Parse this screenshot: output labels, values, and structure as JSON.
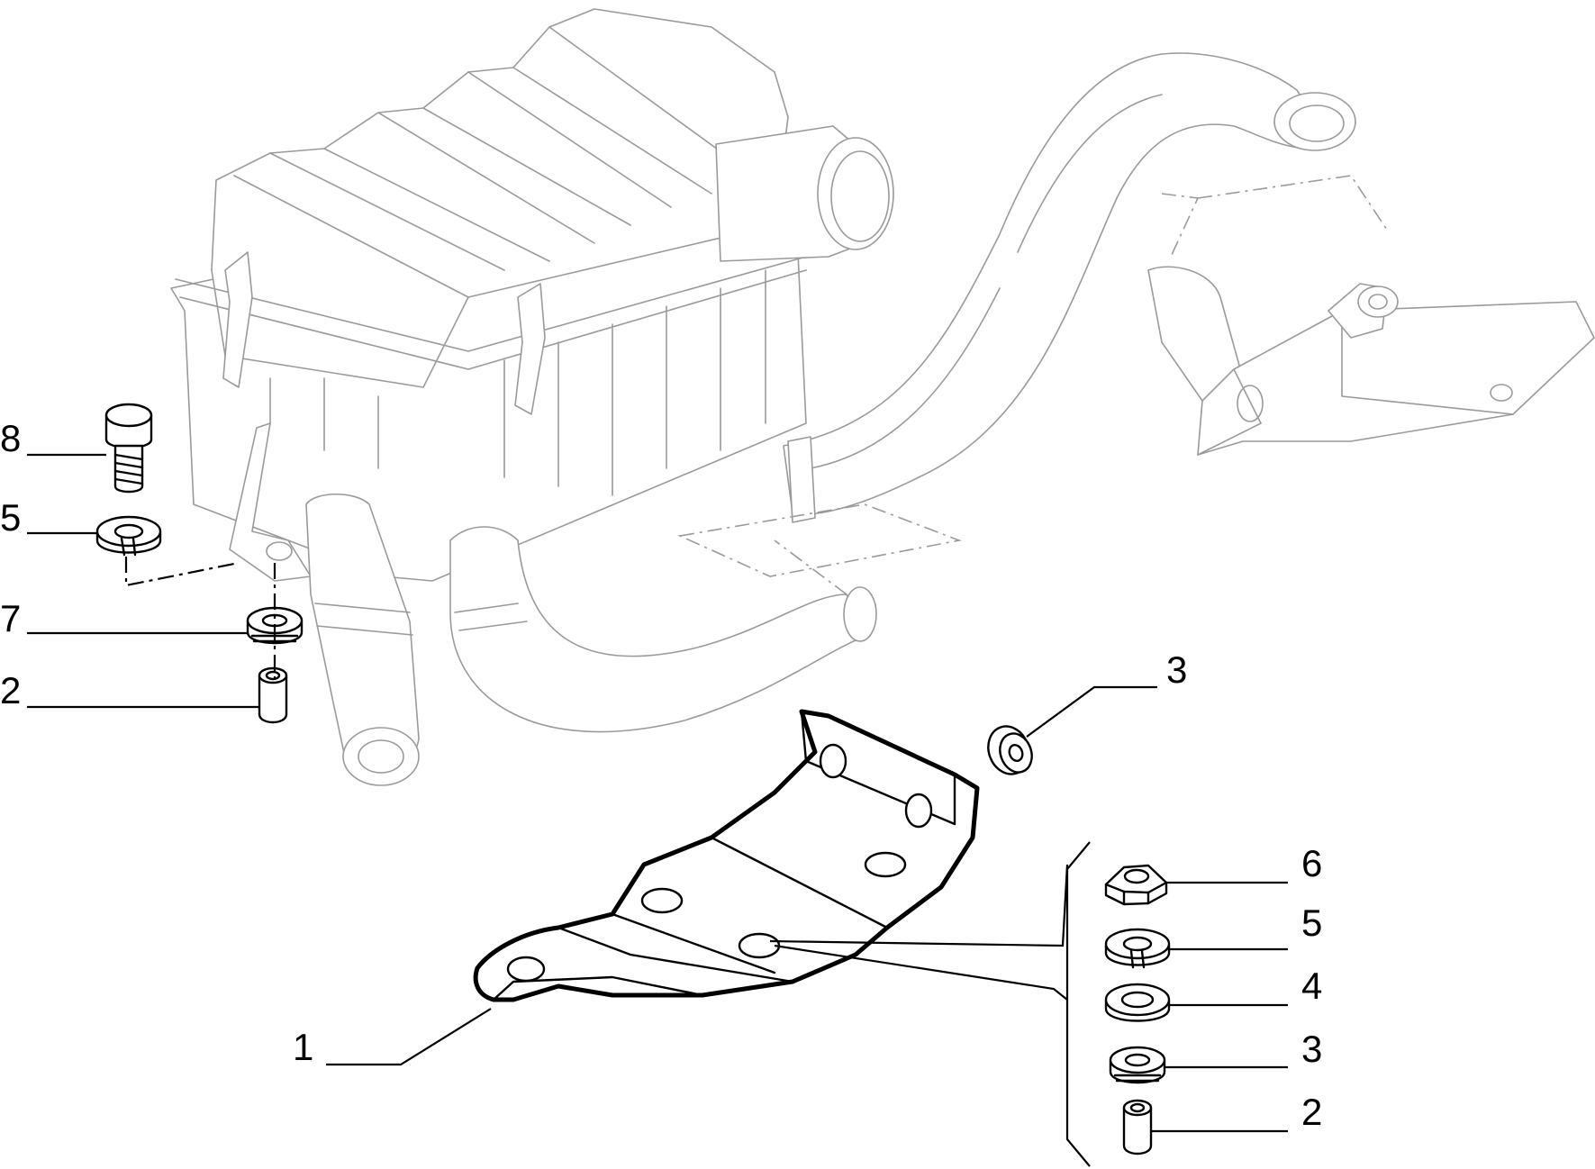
{
  "callouts": {
    "c8": "8",
    "c5_left": "5",
    "c7": "7",
    "c2_left": "2",
    "c1": "1",
    "c3_top": "3",
    "c6": "6",
    "c5_right": "5",
    "c4": "4",
    "c3_right": "3",
    "c2_right": "2"
  },
  "colors": {
    "context_parts": "#9a9a9a",
    "highlighted_parts": "#000000",
    "background": "#ffffff"
  }
}
